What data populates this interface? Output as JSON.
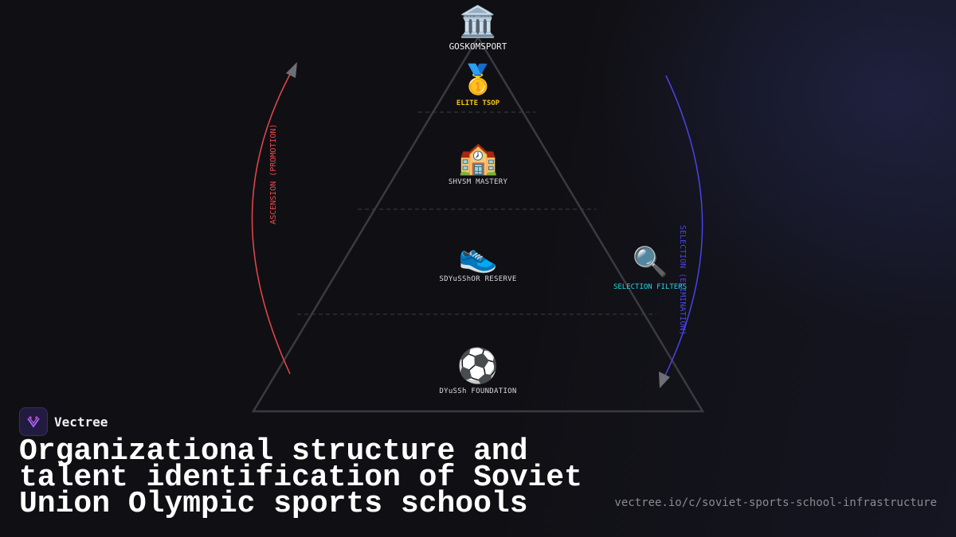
{
  "diagram": {
    "apex_label": "GOSKOMSPORT",
    "tiers": [
      {
        "icon": "medal-icon",
        "glyph": "🥇",
        "label": "ELITE TSOP",
        "color": "#f5c518"
      },
      {
        "icon": "school-icon",
        "glyph": "🏫",
        "label": "SHVSM MASTERY",
        "color": "#d8d8de"
      },
      {
        "icon": "running-shoe-icon",
        "glyph": "👟",
        "label": "SDYuSShOR RESERVE",
        "color": "#d8d8de"
      },
      {
        "icon": "soccer-ball-icon",
        "glyph": "⚽",
        "label": "DYuSSh FOUNDATION",
        "color": "#d8d8de"
      }
    ],
    "apex_glyph": "🏛️",
    "filter": {
      "glyph": "🔍",
      "label": "SELECTION FILTERS",
      "color": "#2ad4e0"
    },
    "left_arrow": {
      "label": "ASCENSION (PROMOTION)",
      "color": "#e8474a"
    },
    "right_arrow": {
      "label": "SELECTION (ELIMINATION)",
      "color": "#4a44e6"
    },
    "triangle_color": "#3a3a40"
  },
  "brand": {
    "name": "Vectree"
  },
  "title": "Organizational structure and talent identification of Soviet Union Olympic sports schools",
  "url": "vectree.io/c/soviet-sports-school-infrastructure"
}
